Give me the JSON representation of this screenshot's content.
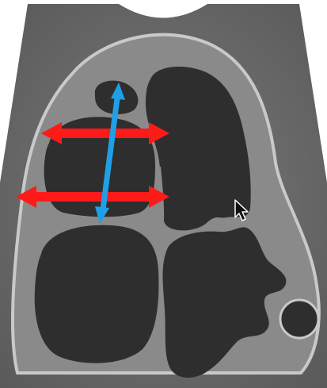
{
  "image": {
    "description_tags": [
      "ultrasound-sector",
      "heart-chambers"
    ]
  },
  "colors": {
    "page_background": "#ffffff",
    "sector_background": "#6f6f6f",
    "pericardium_fill": "#8a8a8a",
    "pericardium_outline": "#c9c9c9",
    "chamber_fill": "#2e2e2e",
    "septum_fill": "#8a8a8a",
    "red_measure": "#ff1a1a",
    "blue_measure": "#1fa0e6",
    "cursor_fill": "#111111",
    "cursor_outline": "#ffffff"
  },
  "icons": {
    "cursor": "pointer-cursor-icon",
    "red_arrow": "double-headed-arrow-icon",
    "blue_arrow": "double-headed-arrow-icon"
  },
  "measurements": [
    {
      "name": "upper-horizontal-measure",
      "color_key": "red_measure",
      "kind": "double-arrow"
    },
    {
      "name": "lower-horizontal-measure",
      "color_key": "red_measure",
      "kind": "double-arrow"
    },
    {
      "name": "oblique-long-axis-measure",
      "color_key": "blue_measure",
      "kind": "double-arrow"
    }
  ]
}
